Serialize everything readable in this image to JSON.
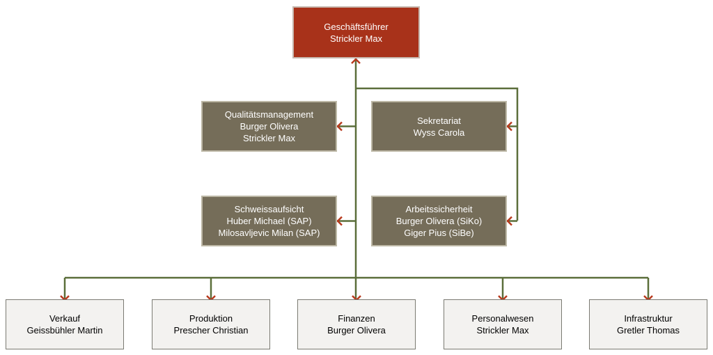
{
  "colors": {
    "connector": "#5b6e3a",
    "arrow": "#b83a1e",
    "root_fill": "#a8321a",
    "staff_fill": "#756d59",
    "dept_fill": "#f3f2f0"
  },
  "root": {
    "title": "Geschäftsführer",
    "lines": [
      "Strickler Max"
    ]
  },
  "staff": [
    {
      "title": "Qualitätsmanagement",
      "lines": [
        "Burger Olivera",
        "Strickler Max"
      ]
    },
    {
      "title": "Sekretariat",
      "lines": [
        "Wyss Carola"
      ]
    },
    {
      "title": "Schweissaufsicht",
      "lines": [
        "Huber Michael (SAP)",
        "Milosavljevic Milan (SAP)"
      ]
    },
    {
      "title": "Arbeitssicherheit",
      "lines": [
        "Burger Olivera (SiKo)",
        "Giger Pius (SiBe)"
      ]
    }
  ],
  "departments": [
    {
      "title": "Verkauf",
      "lines": [
        "Geissbühler Martin"
      ]
    },
    {
      "title": "Produktion",
      "lines": [
        "Prescher Christian"
      ]
    },
    {
      "title": "Finanzen",
      "lines": [
        "Burger Olivera"
      ]
    },
    {
      "title": "Personalwesen",
      "lines": [
        "Strickler Max"
      ]
    },
    {
      "title": "Infrastruktur",
      "lines": [
        "Gretler Thomas"
      ]
    }
  ]
}
